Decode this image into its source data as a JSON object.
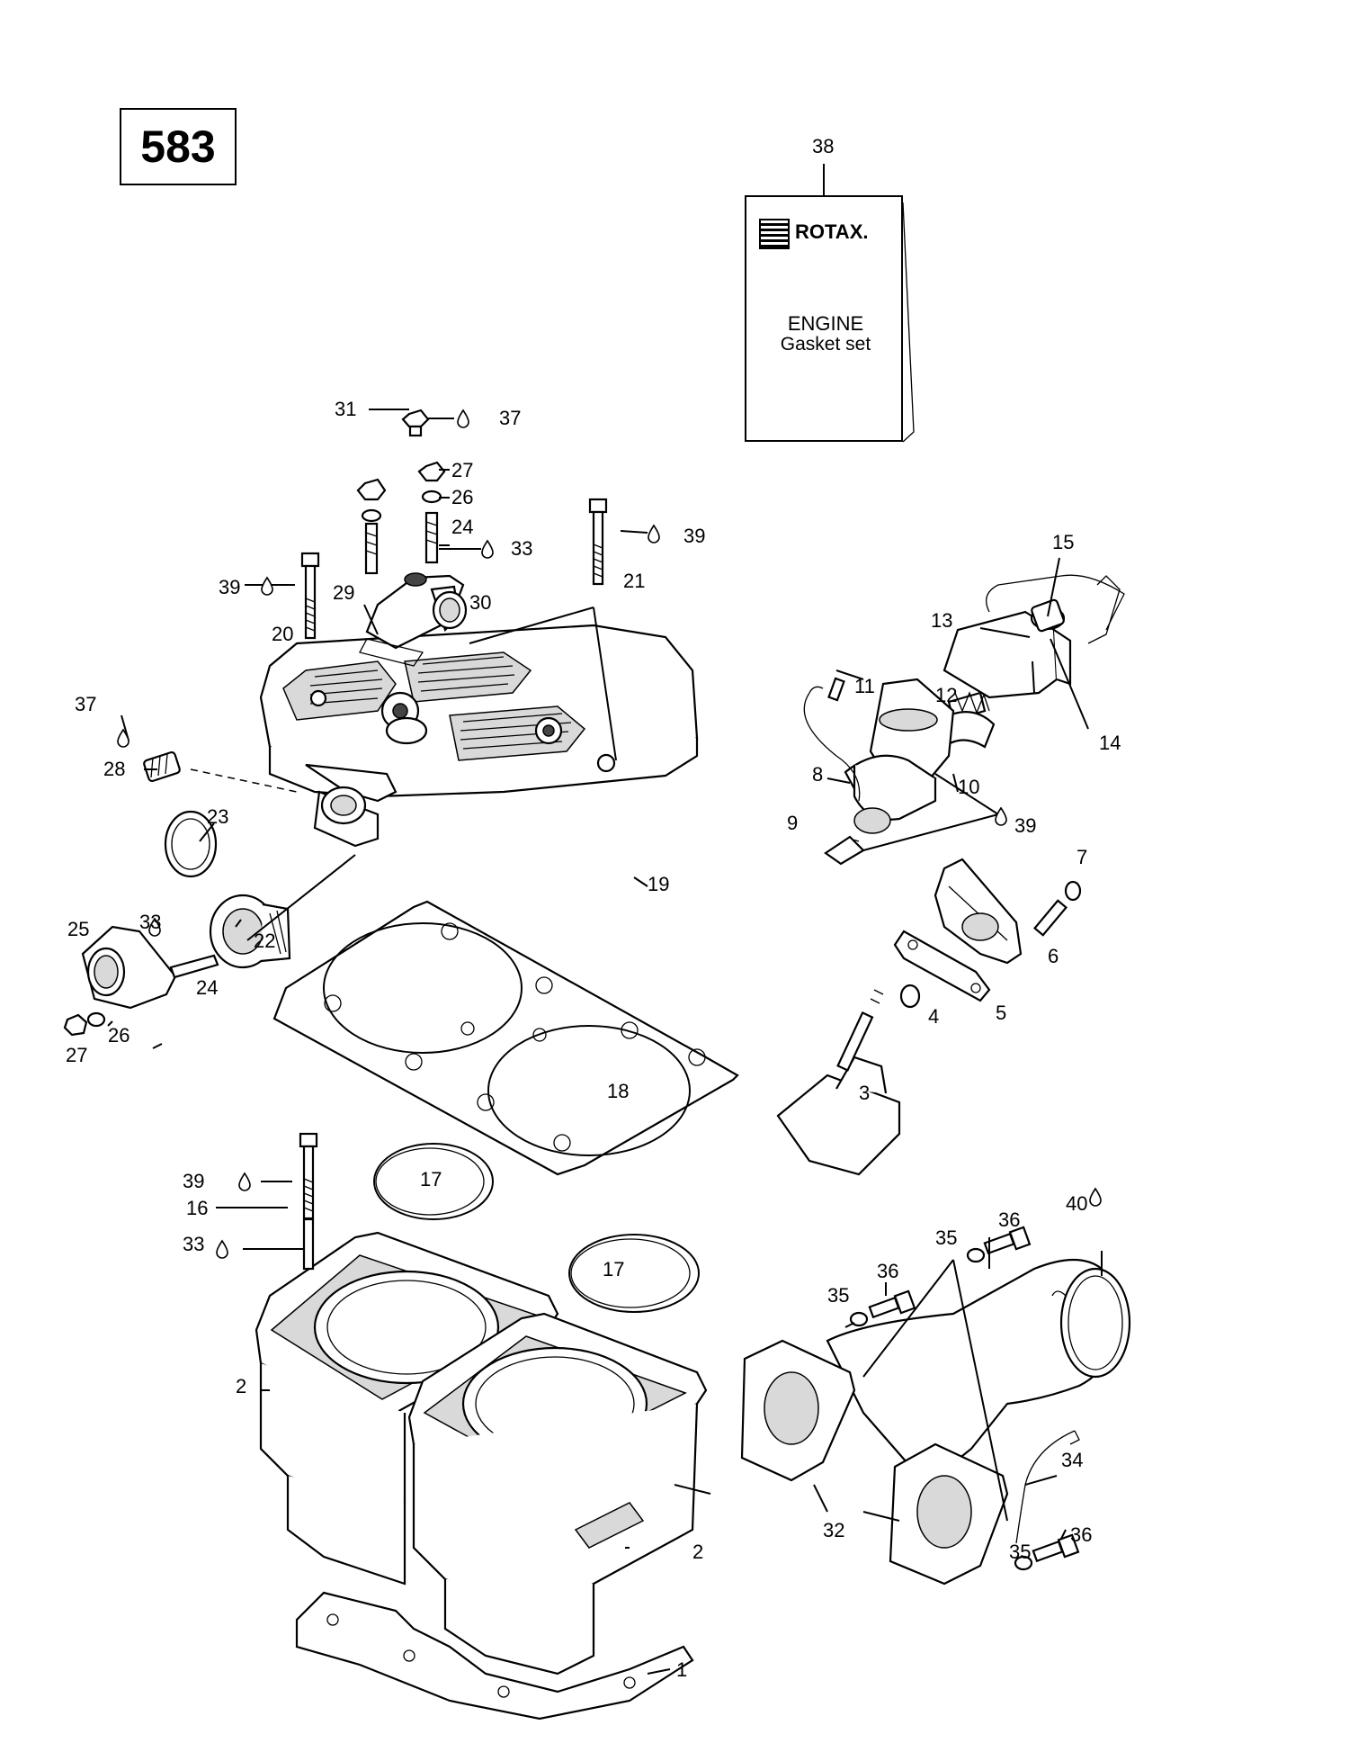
{
  "diagram_number": "583",
  "gasket_kit": {
    "brand": "ROTAX.",
    "title": "ENGINE",
    "subtitle": "Gasket set",
    "logo_icon": "rotax-logo-icon"
  },
  "callouts": [
    {
      "key": "c38",
      "label": "38"
    },
    {
      "key": "c31",
      "label": "31"
    },
    {
      "key": "c37a",
      "label": "37"
    },
    {
      "key": "c27a",
      "label": "27"
    },
    {
      "key": "c26a",
      "label": "26"
    },
    {
      "key": "c24a",
      "label": "24"
    },
    {
      "key": "c33a",
      "label": "33"
    },
    {
      "key": "c39a",
      "label": "39"
    },
    {
      "key": "c39b",
      "label": "39"
    },
    {
      "key": "c29",
      "label": "29"
    },
    {
      "key": "c30",
      "label": "30"
    },
    {
      "key": "c21",
      "label": "21"
    },
    {
      "key": "c20",
      "label": "20"
    },
    {
      "key": "c15",
      "label": "15"
    },
    {
      "key": "c13",
      "label": "13"
    },
    {
      "key": "c11",
      "label": "11"
    },
    {
      "key": "c12",
      "label": "12"
    },
    {
      "key": "c14",
      "label": "14"
    },
    {
      "key": "c37b",
      "label": "37"
    },
    {
      "key": "c28",
      "label": "28"
    },
    {
      "key": "c8",
      "label": "8"
    },
    {
      "key": "c10",
      "label": "10"
    },
    {
      "key": "c23",
      "label": "23"
    },
    {
      "key": "c9",
      "label": "9"
    },
    {
      "key": "c39c",
      "label": "39"
    },
    {
      "key": "c7",
      "label": "7"
    },
    {
      "key": "c19",
      "label": "19"
    },
    {
      "key": "c25",
      "label": "25"
    },
    {
      "key": "c33b",
      "label": "33"
    },
    {
      "key": "c22",
      "label": "22"
    },
    {
      "key": "c6",
      "label": "6"
    },
    {
      "key": "c24b",
      "label": "24"
    },
    {
      "key": "c4",
      "label": "4"
    },
    {
      "key": "c5",
      "label": "5"
    },
    {
      "key": "c26b",
      "label": "26"
    },
    {
      "key": "c27b",
      "label": "27"
    },
    {
      "key": "c18",
      "label": "18"
    },
    {
      "key": "c3",
      "label": "3"
    },
    {
      "key": "c39d",
      "label": "39"
    },
    {
      "key": "c17a",
      "label": "17"
    },
    {
      "key": "c16",
      "label": "16"
    },
    {
      "key": "c40",
      "label": "40"
    },
    {
      "key": "c36a",
      "label": "36"
    },
    {
      "key": "c33c",
      "label": "33"
    },
    {
      "key": "c35a",
      "label": "35"
    },
    {
      "key": "c17b",
      "label": "17"
    },
    {
      "key": "c36b",
      "label": "36"
    },
    {
      "key": "c35b",
      "label": "35"
    },
    {
      "key": "c2a",
      "label": "2"
    },
    {
      "key": "c34",
      "label": "34"
    },
    {
      "key": "c2b",
      "label": "2"
    },
    {
      "key": "c32",
      "label": "32"
    },
    {
      "key": "c36c",
      "label": "36"
    },
    {
      "key": "c35c",
      "label": "35"
    },
    {
      "key": "c1",
      "label": "1"
    }
  ],
  "icons": {
    "sealant": "sealant-drop-icon"
  }
}
